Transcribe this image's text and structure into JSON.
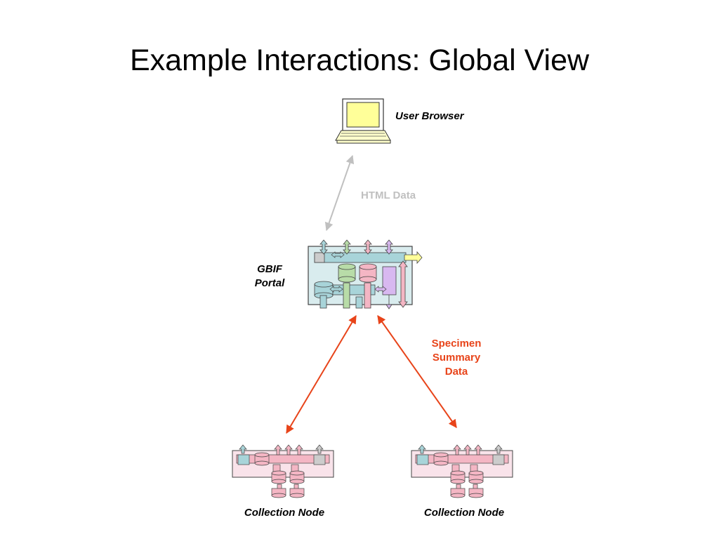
{
  "slide": {
    "title": "Example Interactions: Global View"
  },
  "nodes": {
    "user_browser": "User Browser",
    "portal_line1": "GBIF",
    "portal_line2": "Portal",
    "collection_left": "Collection Node",
    "collection_right": "Collection Node"
  },
  "links": {
    "html": "HTML Data",
    "specimen_line1": "Specimen",
    "specimen_line2": "Summary",
    "specimen_line3": "Data"
  },
  "colors": {
    "html_link": "#c0c0c0",
    "specimen_link": "#e8441a",
    "laptop_screen": "#ffff99",
    "portal_bg": "#d9ecee",
    "node_bg": "#f9e3ea"
  }
}
